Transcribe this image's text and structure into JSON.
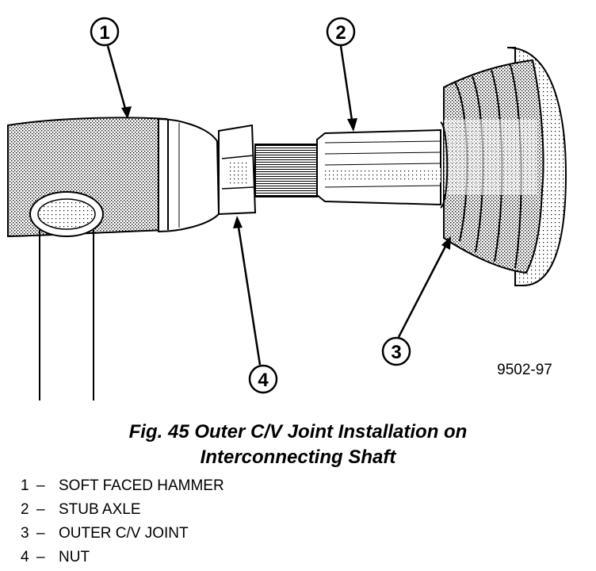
{
  "figure": {
    "caption_line1": "Fig. 45 Outer C/V Joint Installation on",
    "caption_line2": "Interconnecting Shaft",
    "image_code": "9502-97"
  },
  "callouts": [
    {
      "number": "1",
      "label": "SOFT FACED HAMMER"
    },
    {
      "number": "2",
      "label": "STUB AXLE"
    },
    {
      "number": "3",
      "label": "OUTER C/V JOINT"
    },
    {
      "number": "4",
      "label": "NUT"
    }
  ],
  "legend_separator": "–"
}
